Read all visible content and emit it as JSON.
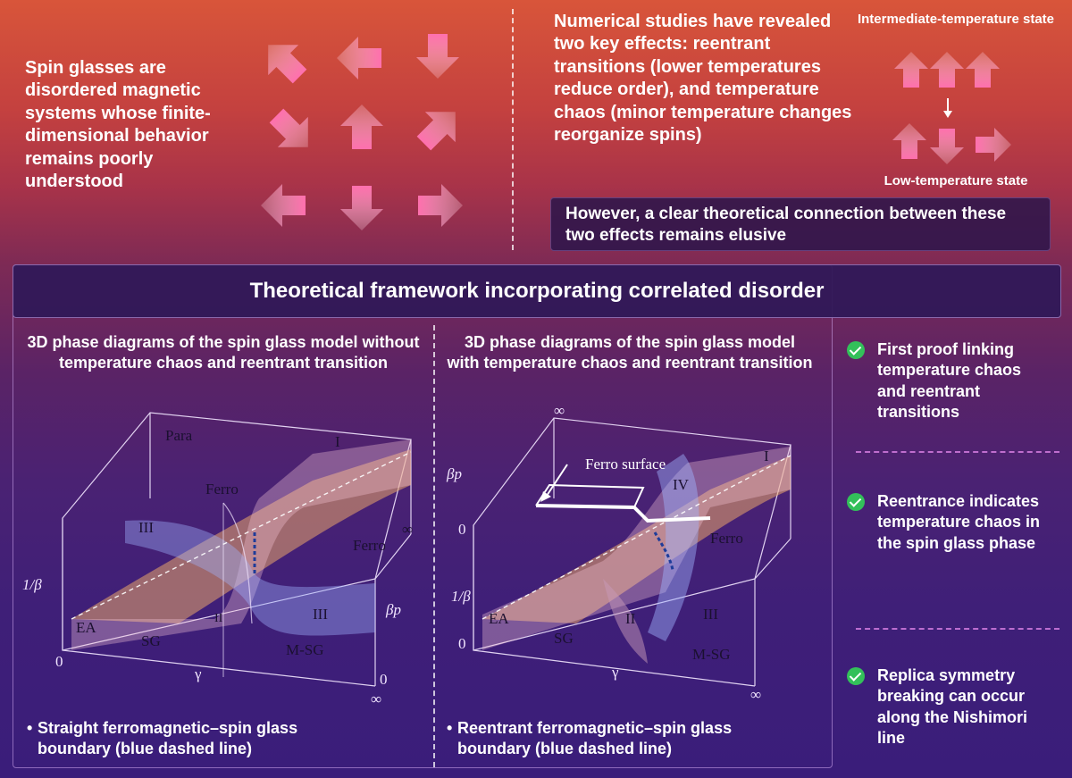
{
  "intro": "Spin glasses are disordered magnetic systems whose finite-dimensional behavior remains poorly understood",
  "numerical": "Numerical studies have revealed two key effects: reentrant transitions (lower temperatures reduce order), and temperature chaos (minor temperature changes reorganize spins)",
  "states": {
    "intermediate": "Intermediate-temperature state",
    "low": "Low-temperature state"
  },
  "however": "However, a clear theoretical connection between these two effects remains elusive",
  "framework": "Theoretical framework incorporating correlated disorder",
  "diagram1": {
    "title": "3D phase diagrams of the spin glass model without temperature chaos and reentrant transition",
    "note": "Straight ferromagnetic–spin glass boundary (blue dashed line)",
    "labels": {
      "para": "Para",
      "i": "I",
      "ferro_top": "Ferro",
      "iii_left": "III",
      "ferro_right": "Ferro",
      "inf_right": "∞",
      "inv_beta": "1/β",
      "beta_p": "βp",
      "ea": "EA",
      "sg": "SG",
      "ii": "II",
      "iii_right": "III",
      "m_sg": "M-SG",
      "zero_left": "0",
      "gamma": "γ",
      "zero_bottom": "0",
      "inf_bottom": "∞"
    }
  },
  "diagram2": {
    "title": "3D phase diagrams of the spin glass model with temperature chaos and reentrant transition",
    "note": "Reentrant ferromagnetic–spin glass boundary (blue dashed line)",
    "labels": {
      "inf_top": "∞",
      "beta_p": "βp",
      "ferro_surface": "Ferro surface",
      "i": "I",
      "iv": "IV",
      "zero_mid": "0",
      "ferro": "Ferro",
      "inv_beta": "1/β",
      "ea": "EA",
      "zero_bottom": "0",
      "sg": "SG",
      "ii": "II",
      "iii": "III",
      "gamma": "γ",
      "m_sg": "M-SG",
      "inf_bottom": "∞"
    }
  },
  "findings": [
    "First proof linking temperature chaos and reentrant transitions",
    "Reentrance indicates temperature chaos in the spin glass phase",
    "Replica symmetry breaking can occur along the Nishimori line"
  ],
  "bullet": "•",
  "icons": {
    "spin_arrow": "arrow-icon",
    "check": "check-circle-icon",
    "down_arrow": "down-arrow-icon"
  },
  "colors": {
    "accent_green": "#33c05a",
    "boundary_blue": "#1e3c9a"
  }
}
